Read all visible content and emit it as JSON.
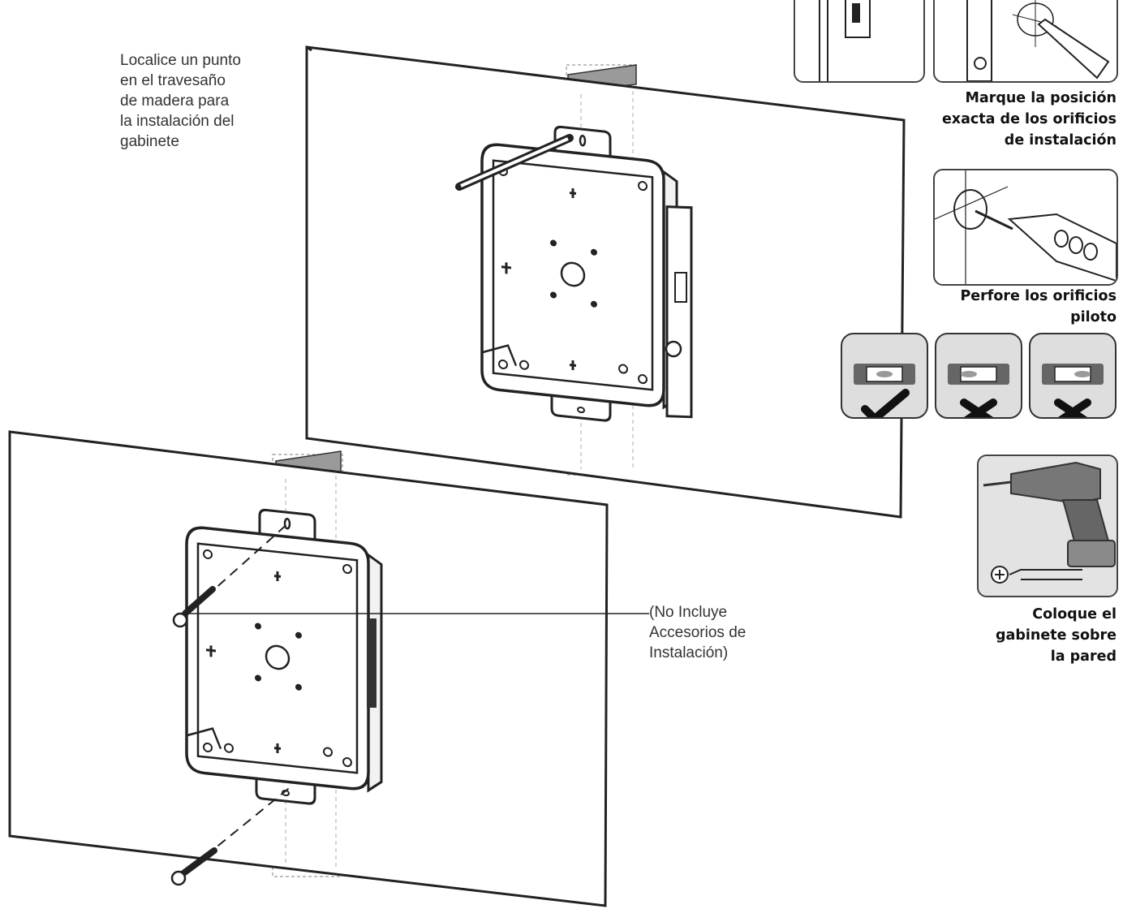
{
  "notes": {
    "locate_stud": [
      "Localice un punto",
      "en el travesaño",
      "de madera para",
      "la instalación del",
      "gabinete"
    ],
    "no_hardware": [
      "(No Incluye",
      "Accesorios de",
      "Instalación)"
    ]
  },
  "steps": [
    {
      "caption": [
        "Marque la posición",
        "exacta de los orificios",
        "de instalación"
      ]
    },
    {
      "caption": [
        "Perfore los orificios",
        "piloto"
      ]
    },
    {
      "caption": [
        "Coloque el",
        "gabinete sobre",
        "la pared"
      ]
    }
  ],
  "level_check": [
    {
      "result": "correct",
      "mark": "check-icon"
    },
    {
      "result": "incorrect",
      "mark": "cross-icon"
    },
    {
      "result": "incorrect",
      "mark": "cross-icon"
    }
  ]
}
